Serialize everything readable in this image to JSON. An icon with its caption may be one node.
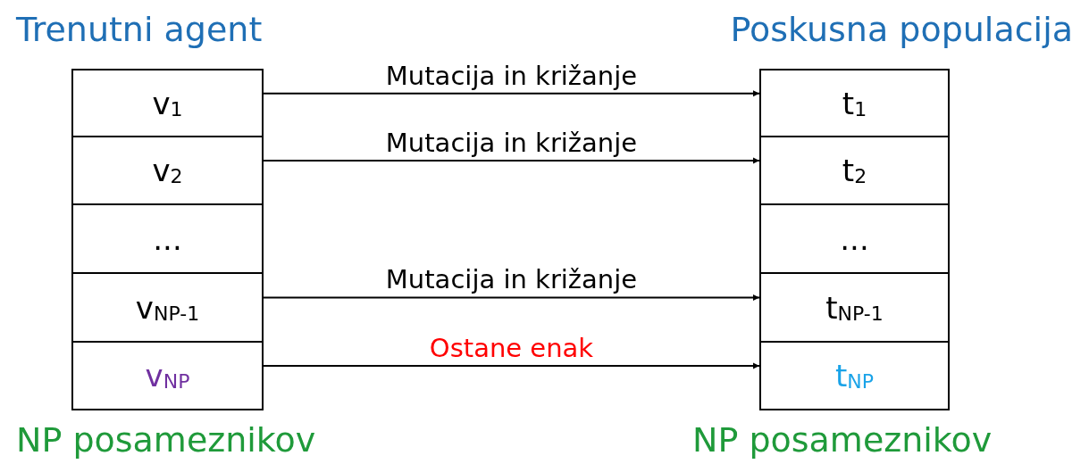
{
  "diagram": {
    "nodes": [
      {
        "text": [
          "v$_{1}$"
        ]
      },
      {
        "text": [
          "v$_{2}$"
        ]
      },
      {
        "text": [
          "..."
        ]
      },
      {
        "text": [
          "v$_{NP-1}$"
        ]
      },
      {
        "text": [
          "v$_{NP}$"
        ]
      },
      {
        "text": [
          "t$_{1}$"
        ]
      },
      {
        "text": [
          "t$_{2}$"
        ]
      },
      {
        "text": [
          "..."
        ]
      },
      {
        "text": [
          "t$_{NP-1}$"
        ]
      },
      {
        "text": [
          "t$_{NP}$"
        ]
      }
    ],
    "edges": [
      {
        "from": 0,
        "to": 5,
        "arrow": "to",
        "label": "Mutacija in križanje"
      },
      {
        "from": 1,
        "to": 6,
        "arrow": "to",
        "label": "Mutacija in križanje"
      },
      {
        "from": 3,
        "to": 8,
        "arrow": "to",
        "label": "Mutacija in križanje"
      },
      {
        "from": 4,
        "to": 9,
        "arrow": "to",
        "label": "Ostane enak"
      }
    ],
    "labels": [
      "Trenutni agent",
      "Poskusna populacija",
      "NP posameznikov",
      "NP posameznikov"
    ]
  }
}
